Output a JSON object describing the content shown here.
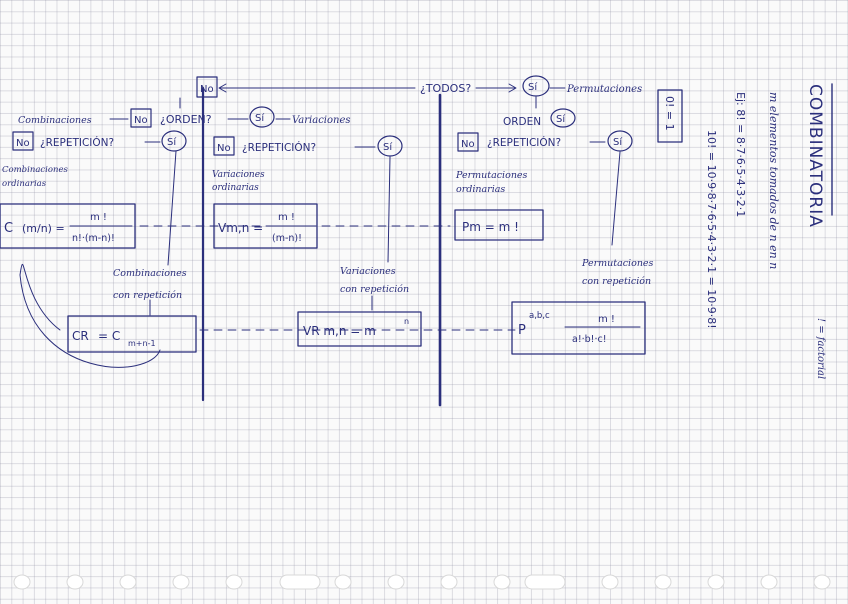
{
  "title": "COMBINATORIA",
  "top": {
    "todos": "¿TODOS?",
    "no": "No",
    "si": "Sí",
    "permutaciones": "Permutaciones"
  },
  "left_branch": {
    "orden": "¿ORDEN?",
    "repeticion": "¿REPETICIÓN?",
    "combinaciones": "Combinaciones",
    "variaciones": "Variaciones",
    "comb_ordinarias_1": "Combinaciones",
    "comb_ordinarias_2": "ordinarias",
    "var_ordinarias_1": "Variaciones",
    "var_ordinarias_2": "ordinarias",
    "comb_rep_1": "Combinaciones",
    "comb_rep_2": "con repetición",
    "var_rep_1": "Variaciones",
    "var_rep_2": "con repetición"
  },
  "right_branch": {
    "orden": "ORDEN",
    "repeticion": "¿REPETICIÓN?",
    "perm_ordinarias_1": "Permutaciones",
    "perm_ordinarias_2": "ordinarias",
    "perm_rep_1": "Permutaciones",
    "perm_rep_2": "con repetición"
  },
  "formulas": {
    "comb_ord_lhs": "C",
    "comb_ord_mid": "(m/n) =",
    "comb_ord_num": "m !",
    "comb_ord_den": "n!·(m-n)!",
    "var_ord_lhs": "Vm,n =",
    "var_ord_num": "m !",
    "var_ord_den": "(m-n)!",
    "perm_ord": "Pm = m !",
    "comb_rep": "CR",
    "comb_rep_rhs": "= C",
    "comb_rep_sub": "m+n-1",
    "var_rep": "VR m,n = m",
    "perm_rep_lhs": "P",
    "perm_rep_sup": "a,b,c",
    "perm_rep_num": "m !",
    "perm_rep_den": "a!·b!·c!",
    "zero_fact": "0! = 1"
  },
  "notes": {
    "line1": "m elementos tomados de n en n",
    "line2": "Ej:  8! = 8·7·6·5·4·3·2·1",
    "line3": "10! = 10·9·8·7·6·5·4·3·2·1 = 10·9·8!",
    "factorial": "! = factorial"
  }
}
